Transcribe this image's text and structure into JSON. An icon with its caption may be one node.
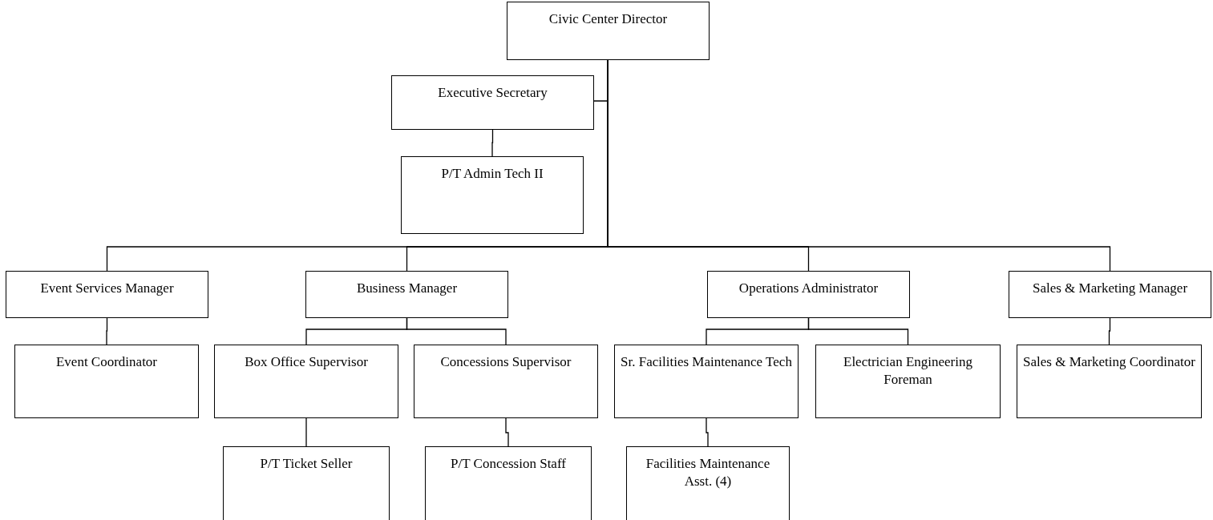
{
  "diagram": {
    "nodes": [
      {
        "text": [
          "Civic Center Director"
        ]
      },
      {
        "text": [
          "Executive Secretary"
        ]
      },
      {
        "text": [
          "P/T Admin Tech II"
        ]
      },
      {
        "text": [
          "Event Services Manager"
        ]
      },
      {
        "text": [
          "Business Manager"
        ]
      },
      {
        "text": [
          "Operations Administrator"
        ]
      },
      {
        "text": [
          "Sales & Marketing Manager"
        ]
      },
      {
        "text": [
          "Event Coordinator"
        ]
      },
      {
        "text": [
          "Box Office Supervisor"
        ]
      },
      {
        "text": [
          "Concessions Supervisor"
        ]
      },
      {
        "text": [
          "Sr. Facilities Maintenance Tech"
        ]
      },
      {
        "text": [
          "Electrician Engineering Foreman"
        ]
      },
      {
        "text": [
          "Sales & Marketing Coordinator"
        ]
      },
      {
        "text": [
          "P/T Ticket Seller"
        ]
      },
      {
        "text": [
          "P/T Concession Staff"
        ]
      },
      {
        "text": [
          "Facilities Maintenance Asst. (4)"
        ]
      }
    ],
    "edges": [
      {
        "from": 0,
        "to": 1,
        "arrow": "none"
      },
      {
        "from": 1,
        "to": 2,
        "arrow": "none"
      },
      {
        "from": 0,
        "to": 3,
        "arrow": "none"
      },
      {
        "from": 0,
        "to": 4,
        "arrow": "none"
      },
      {
        "from": 0,
        "to": 5,
        "arrow": "none"
      },
      {
        "from": 0,
        "to": 6,
        "arrow": "none"
      },
      {
        "from": 3,
        "to": 7,
        "arrow": "none"
      },
      {
        "from": 4,
        "to": 8,
        "arrow": "none"
      },
      {
        "from": 4,
        "to": 9,
        "arrow": "none"
      },
      {
        "from": 5,
        "to": 10,
        "arrow": "none"
      },
      {
        "from": 5,
        "to": 11,
        "arrow": "none"
      },
      {
        "from": 6,
        "to": 12,
        "arrow": "none"
      },
      {
        "from": 8,
        "to": 13,
        "arrow": "none"
      },
      {
        "from": 9,
        "to": 14,
        "arrow": "none"
      },
      {
        "from": 10,
        "to": 15,
        "arrow": "none"
      }
    ]
  }
}
